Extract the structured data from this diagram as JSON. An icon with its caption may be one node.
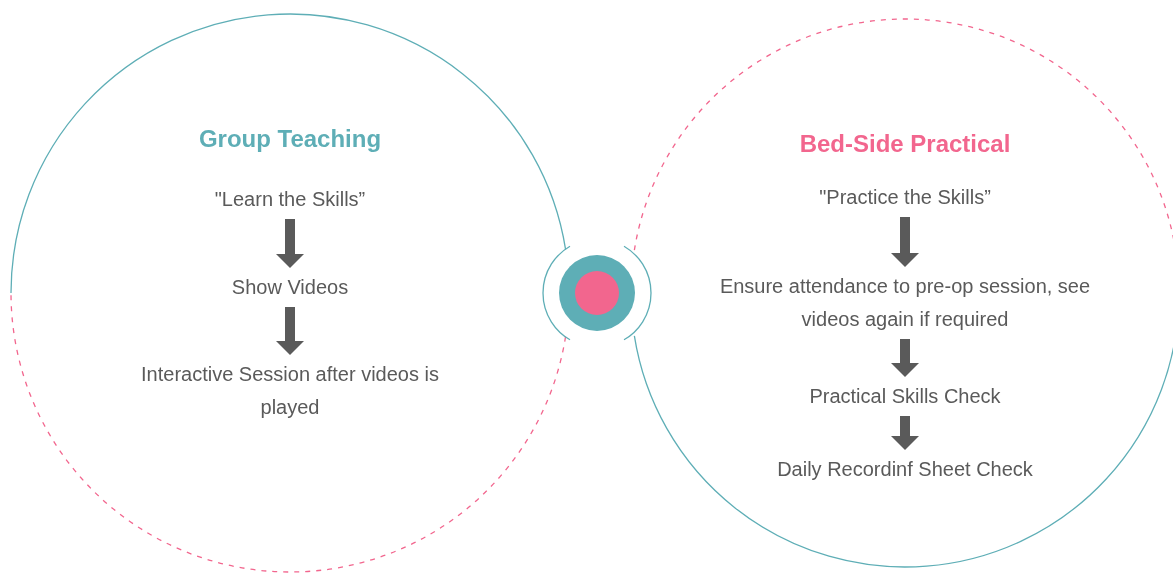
{
  "diagram": {
    "nodes": [
      {
        "text": [
          "Group Teaching"
        ]
      },
      {
        "text": [
          "\"Learn the Skills”"
        ],
        "in": 0
      },
      {
        "text": [
          "Show Videos"
        ],
        "in": 0
      },
      {
        "text": [
          "Interactive Session after videos is played"
        ],
        "in": 0
      },
      {
        "text": [
          "Bed-Side Practical"
        ]
      },
      {
        "text": [
          "\"Practice the Skills”"
        ],
        "in": 4
      },
      {
        "text": [
          "Ensure attendance to pre-op session, see videos again if required"
        ],
        "in": 4
      },
      {
        "text": [
          "Practical Skills Check"
        ],
        "in": 4
      },
      {
        "text": [
          "Daily Recordinf Sheet Check"
        ],
        "in": 4
      },
      {
        "text": [],
        "shape": "circle"
      }
    ],
    "edges": [
      {
        "from": 1,
        "to": 2,
        "arrow": "to"
      },
      {
        "from": 2,
        "to": 3,
        "arrow": "to"
      },
      {
        "from": 5,
        "to": 6,
        "arrow": "to"
      },
      {
        "from": 6,
        "to": 7,
        "arrow": "to"
      },
      {
        "from": 7,
        "to": 8,
        "arrow": "to"
      }
    ]
  }
}
